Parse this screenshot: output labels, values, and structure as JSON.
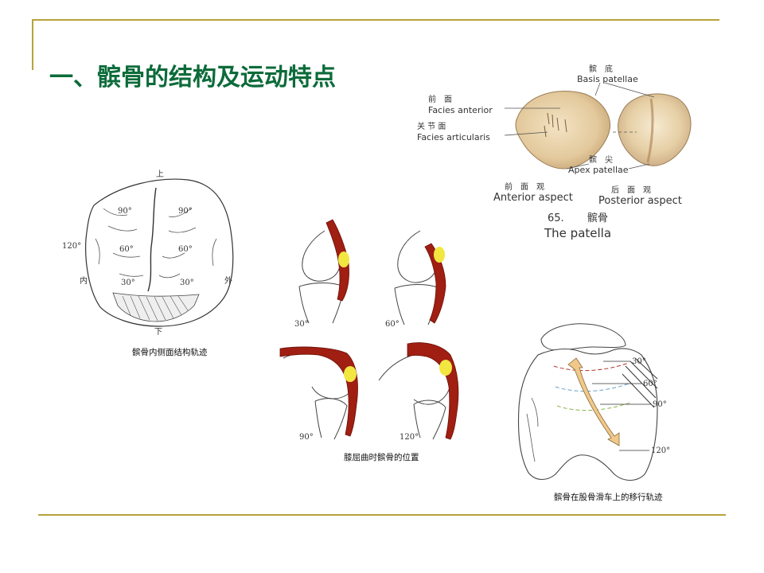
{
  "title": "一、髌骨的结构及运动特点",
  "patella_atlas": {
    "basis_zh": "髌　底",
    "basis_en": "Basis patellae",
    "anterior_face_zh": "前　面",
    "anterior_face_en": "Facies anterior",
    "articular_face_zh": "关 节 面",
    "articular_face_en": "Facies articularis",
    "apex_zh": "髌　尖",
    "apex_en": "Apex patellae",
    "anterior_view_zh": "前　面　观",
    "anterior_view_en": "Anterior aspect",
    "posterior_view_zh": "后　面　观",
    "posterior_view_en": "Posterior aspect",
    "figure_number": "65.",
    "figure_zh": "髌骨",
    "figure_en": "The patella"
  },
  "medial_track": {
    "top": "上",
    "bottom": "下",
    "inner": "内",
    "outer": "外",
    "a120": "120°",
    "l90": "90°",
    "r90": "90°",
    "l60": "60°",
    "r60": "60°",
    "l30": "30°",
    "r30": "30°",
    "caption": "髌骨内侧面结构轨迹"
  },
  "knee_flexion": {
    "k30": "30°",
    "k60": "60°",
    "k90": "90°",
    "k120": "120°",
    "caption": "膝屈曲时髌骨的位置"
  },
  "trochlea_track": {
    "t30": "30°",
    "t60": "60°",
    "t90": "90°",
    "t120": "120°",
    "caption": "髌骨在股骨滑车上的移行轨迹"
  },
  "colors": {
    "accent_rule": "#b8a23c",
    "title_green": "#0c6b3a",
    "tendon_red": "#a01e12",
    "patella_yellow": "#f2e640",
    "bone_tan": "#e8d2a8",
    "arrow_tan": "#f0c98a"
  }
}
